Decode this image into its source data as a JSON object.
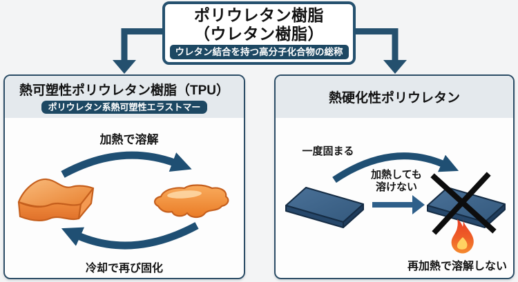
{
  "root_box": {
    "title_line1": "ポリウレタン樹脂",
    "title_line2": "（ウレタン樹脂）",
    "badge": "ウレタン結合を持つ高分子化合物の総称"
  },
  "left_panel": {
    "title": "熱可塑性ポリウレタン樹脂（TPU）",
    "badge": "ポリウレタン系熱可塑性エラストマー",
    "heat_label": "加熱で溶解",
    "cool_label": "冷却で再び固化"
  },
  "right_panel": {
    "title": "熱硬化性ポリウレタン",
    "cure_label": "一度固まる",
    "heat_label_line1": "加熱しても",
    "heat_label_line2": "溶けない",
    "bottom_label": "再加熱で溶解しない"
  },
  "icons": {
    "solid_block": "orange-wavy-solid-block-icon",
    "melted_blob": "orange-melted-puddle-icon",
    "cured_block": "blue-cured-block-icon",
    "crossed_block": "blue-block-with-x-icon",
    "flame": "flame-icon",
    "cross": "x-mark-icon",
    "cycle_arrows": "circular-arrows-icon"
  },
  "colors": {
    "accent_navy": "#24506e",
    "badge_navy": "#1d4863",
    "arrow_navy": "#1f4f73",
    "panel_border": "#2c4d66",
    "panel_header_bg": "#e4e9ed",
    "panel_body_bg": "#fdfdfd",
    "page_bg": "#f3f4f5",
    "orange_light": "#f8b571",
    "orange_mid": "#ed8a3c",
    "orange_outline": "#c55f1d",
    "blue_box_top": "#3c6387",
    "blue_box_front": "#26476a",
    "blue_box_side": "#1f3c5c",
    "flame_red": "#e93d25",
    "flame_orange": "#f58a2e",
    "flame_yellow": "#ffd262",
    "cross_black": "#0d0d0d",
    "text_dark": "#141414"
  }
}
